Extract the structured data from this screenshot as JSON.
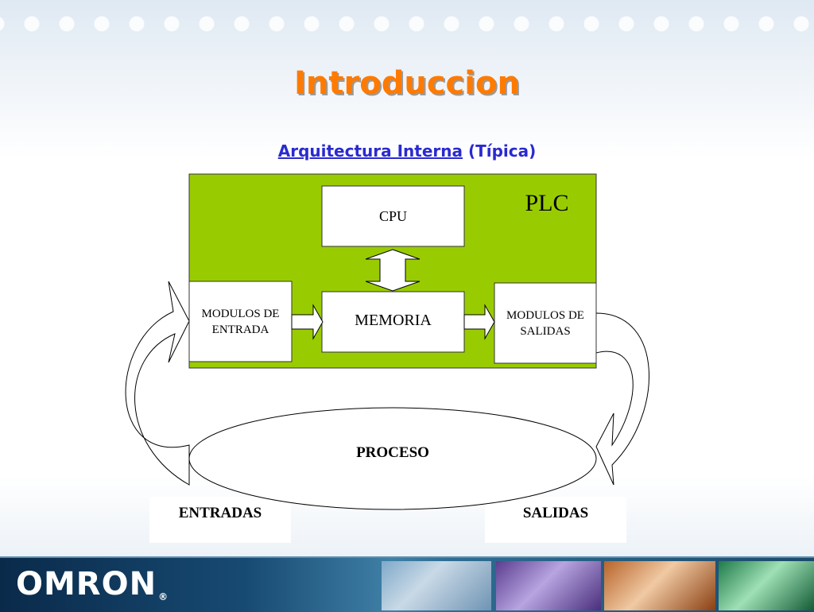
{
  "header": {
    "title": "Introduccion",
    "subtitle_link": "Arquitectura Interna",
    "subtitle_rest": " (Típica)"
  },
  "diagram": {
    "plc_label": "PLC",
    "cpu_label": "CPU",
    "memory_label": "MEMORIA",
    "input_module_label": "MODULOS DE ENTRADA",
    "output_module_label": "MODULOS DE SALIDAS",
    "process_label": "PROCESO",
    "inputs_label": "ENTRADAS",
    "outputs_label": "SALIDAS"
  },
  "footer": {
    "logo": "OMRON",
    "logo_mark": "®"
  },
  "colors": {
    "plc_green": "#99cc00",
    "title_orange": "#ff7a00",
    "subtitle_blue": "#2a2ad0",
    "footer_dark": "#0a2a4a"
  }
}
